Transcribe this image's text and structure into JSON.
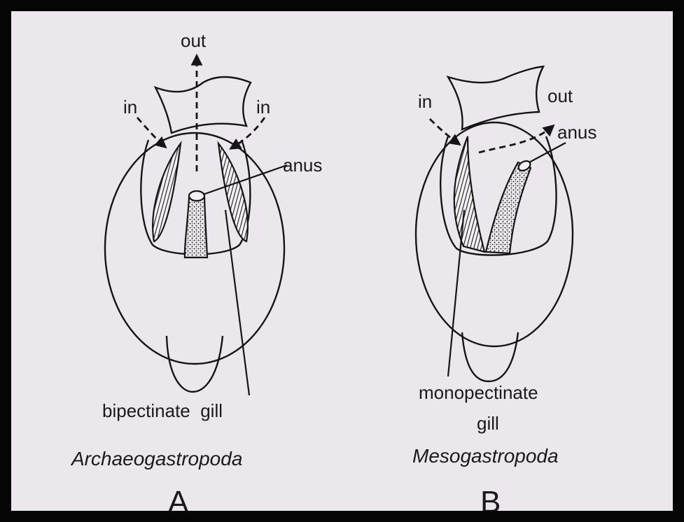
{
  "panel_a": {
    "flow_out": "out",
    "flow_in_left": "in",
    "flow_in_right": "in",
    "anus_label": "anus",
    "gill_label": "bipectinate  gill",
    "group_name": "Archaeogastropoda",
    "letter": "A"
  },
  "panel_b": {
    "flow_in": "in",
    "flow_out": "out",
    "anus_label": "anus",
    "gill_label_line1": "monopectinate",
    "gill_label_line2": "gill",
    "group_name": "Mesogastropoda",
    "letter": "B"
  },
  "colors": {
    "background": "#ece7ec",
    "ink": "#151515",
    "frame": "#050505"
  }
}
